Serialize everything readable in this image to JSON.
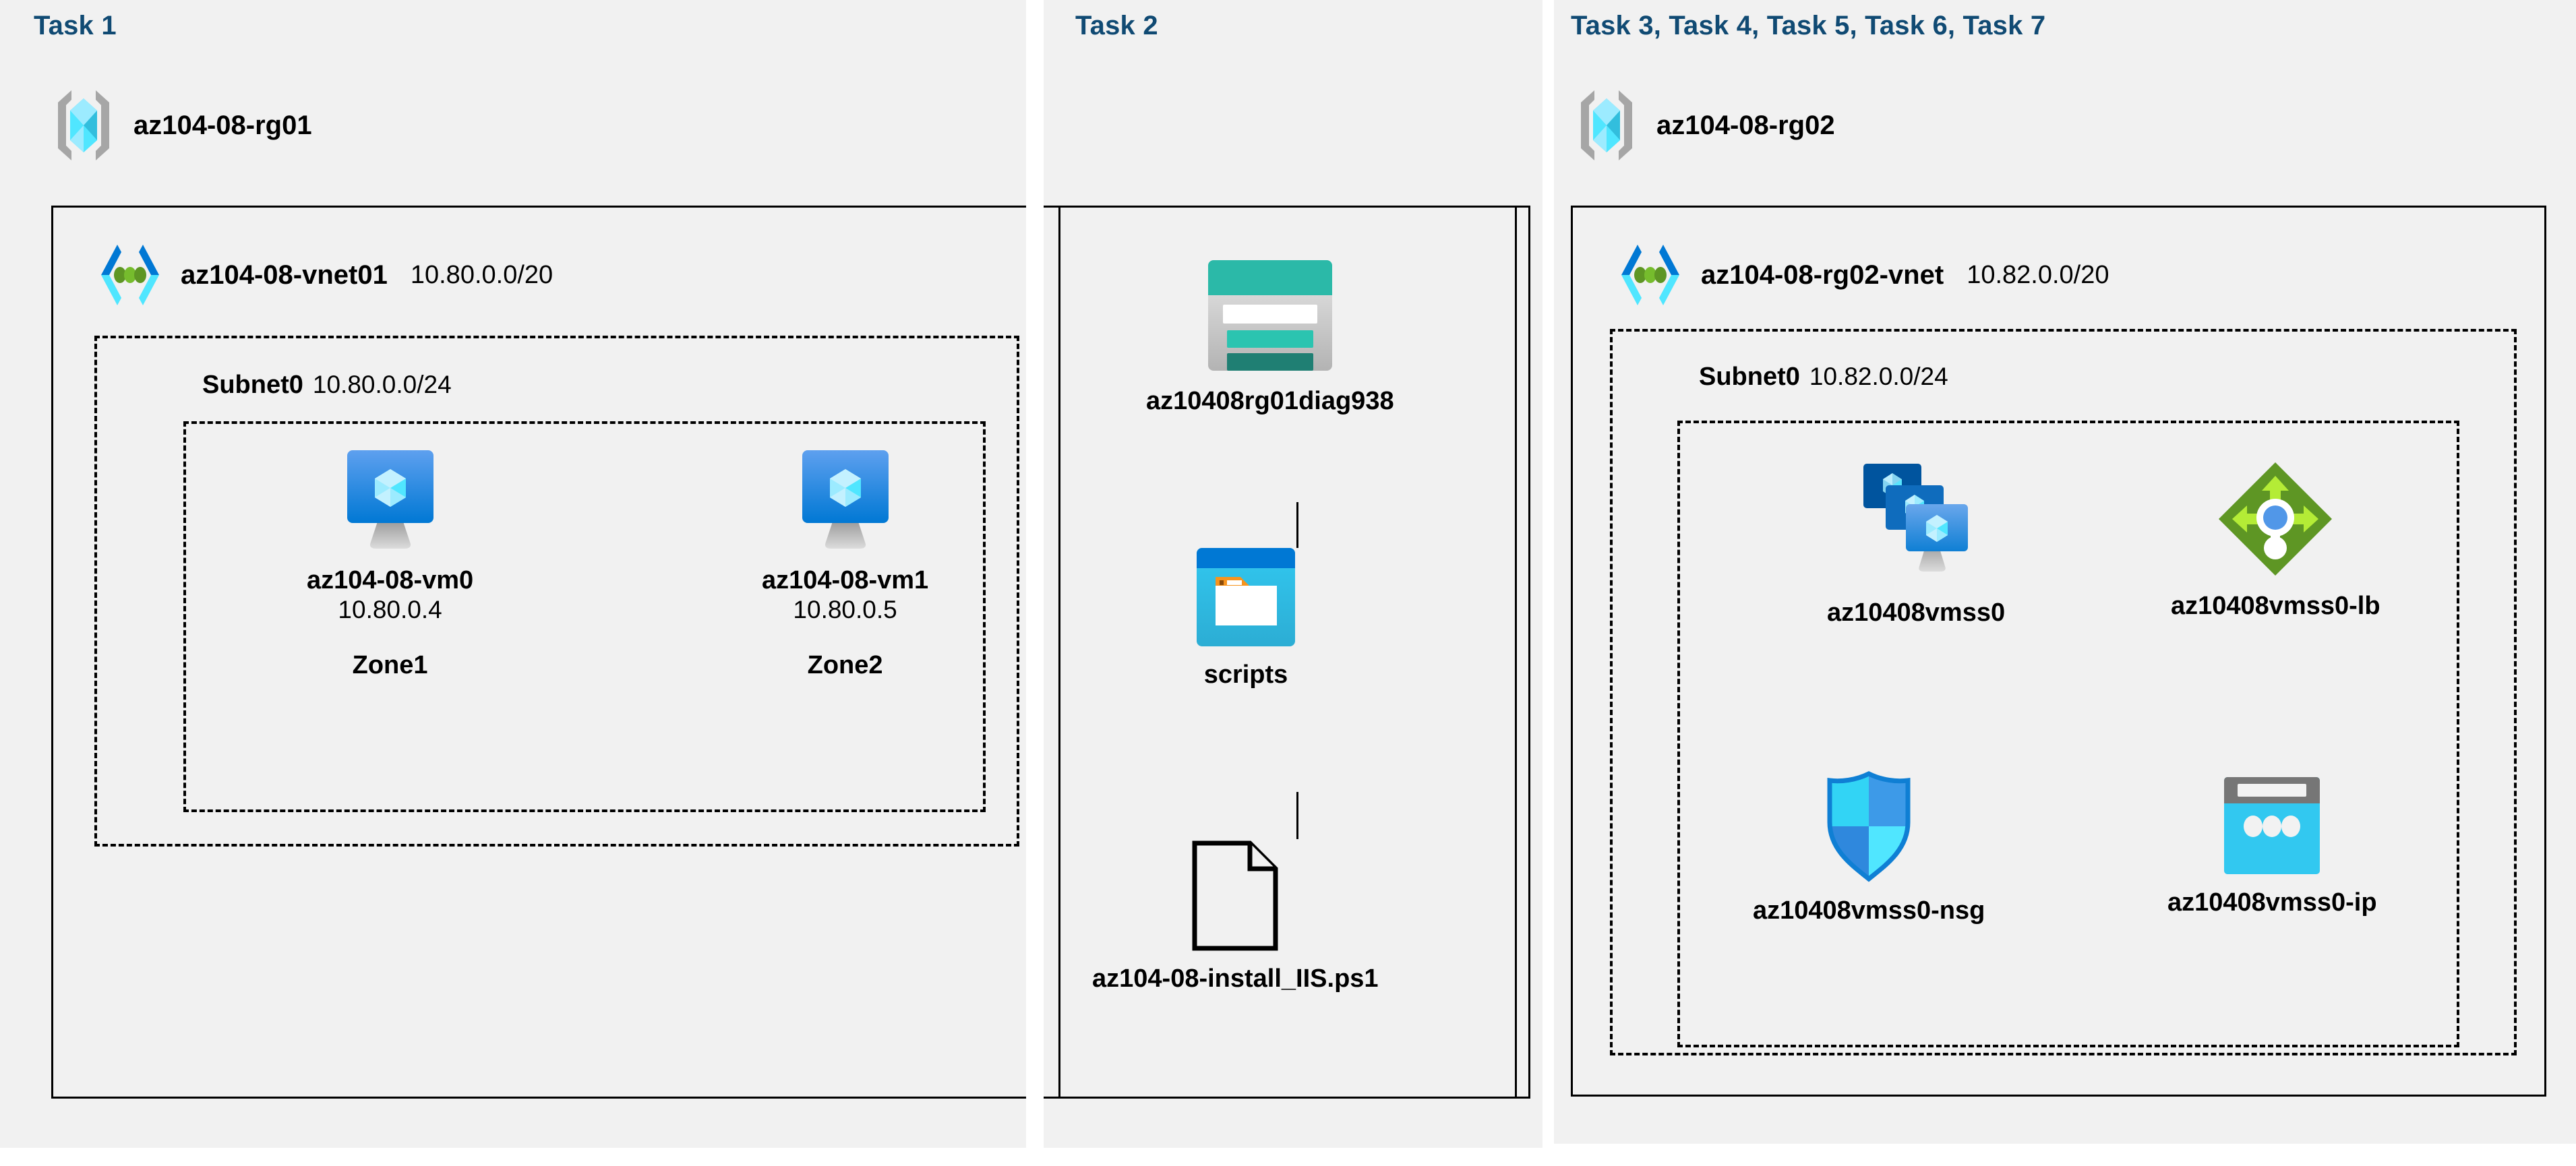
{
  "columns": {
    "task1": {
      "heading": "Task 1"
    },
    "task2": {
      "heading": "Task 2"
    },
    "task3": {
      "heading": "Task 3, Task 4, Task 5, Task 6, Task 7"
    }
  },
  "resource_groups": [
    {
      "name": "az104-08-rg01",
      "icon": "resource-group-icon"
    },
    {
      "name": "az104-08-rg02",
      "icon": "resource-group-icon"
    }
  ],
  "vnets": [
    {
      "name": "az104-08-vnet01",
      "cidr": "10.80.0.0/20",
      "icon": "virtual-network-icon"
    },
    {
      "name": "az104-08-rg02-vnet",
      "cidr": "10.82.0.0/20",
      "icon": "virtual-network-icon"
    }
  ],
  "subnets": [
    {
      "name": "Subnet0",
      "cidr": "10.80.0.0/24"
    },
    {
      "name": "Subnet0",
      "cidr": "10.82.0.0/24"
    }
  ],
  "vms": [
    {
      "name": "az104-08-vm0",
      "ip": "10.80.0.4",
      "zone": "Zone1",
      "icon": "virtual-machine-icon"
    },
    {
      "name": "az104-08-vm1",
      "ip": "10.80.0.5",
      "zone": "Zone2",
      "icon": "virtual-machine-icon"
    }
  ],
  "storage": {
    "account": {
      "name": "az10408rg01diag938",
      "icon": "storage-account-icon"
    },
    "container": {
      "name": "scripts",
      "icon": "blob-container-icon"
    },
    "file": {
      "name": "az104-08-install_IIS.ps1",
      "icon": "document-file-icon"
    }
  },
  "scale_set_resources": [
    {
      "name": "az10408vmss0",
      "icon": "vm-scale-set-icon"
    },
    {
      "name": "az10408vmss0-lb",
      "icon": "load-balancer-icon"
    },
    {
      "name": "az10408vmss0-nsg",
      "icon": "network-security-group-icon"
    },
    {
      "name": "az10408vmss0-ip",
      "icon": "public-ip-address-icon"
    }
  ],
  "colors": {
    "task_heading": "#104a73",
    "panel_background": "#f1f1f1",
    "page_background": "#ffffff",
    "border": "#000000",
    "azure_blue": "#0078d4",
    "cyan": "#32c8f0",
    "teal": "#2bb9a8",
    "green": "#6cab2b",
    "orange": "#f7941e",
    "gray": "#9e9e9e"
  }
}
